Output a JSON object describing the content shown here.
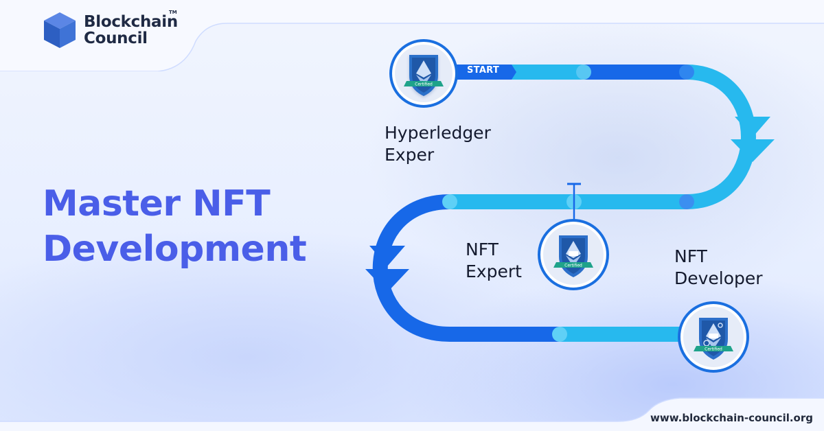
{
  "brand": {
    "line1": "Blockchain",
    "line2": "Council",
    "trademark": "TM",
    "logo_icon": "blue-cube-icon"
  },
  "headline": {
    "line1": "Master NFT",
    "line2": "Development"
  },
  "roadmap": {
    "start_label": "START",
    "steps": [
      {
        "line1": "Hyperledger",
        "line2": "Exper",
        "badge_icon": "ethereum-shield-badge-icon",
        "badge_ribbon": "Certified"
      },
      {
        "line1": "NFT",
        "line2": "Expert",
        "badge_icon": "nft-shield-badge-icon",
        "badge_ribbon": "Certified"
      },
      {
        "line1": "NFT",
        "line2": "Developer",
        "badge_icon": "nft-developer-shield-badge-icon",
        "badge_ribbon": "Certified"
      }
    ]
  },
  "footer": {
    "website": "www.blockchain-council.org"
  },
  "colors": {
    "headline": "#4a5ee8",
    "path_light": "#27b9ee",
    "path_dark": "#1768e8",
    "badge_ring": "#1a6fe0",
    "shield": "#2c6fc9"
  }
}
